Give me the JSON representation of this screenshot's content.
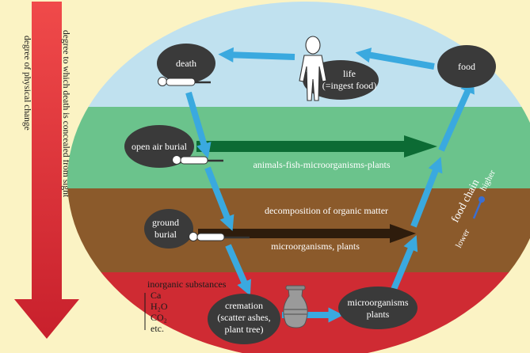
{
  "axes": {
    "degree_concealed": "degree to which death is concealed from sight",
    "degree_physical_change": "degree of physical change"
  },
  "nodes": {
    "death": "death",
    "life_line1": "life",
    "life_line2": "(=ingest food)",
    "food": "food",
    "open_air_burial": "open air burial",
    "ground_burial_line1": "ground",
    "ground_burial_line2": "burial",
    "cremation_line1": "cremation",
    "cremation_line2": "(scatter ashes,",
    "cremation_line3": "plant tree)",
    "microorganisms_line1": "microorganisms",
    "microorganisms_line2": "plants"
  },
  "band_labels": {
    "green": "animals-fish-microorganisms-plants",
    "brown_top": "decomposition of organic matter",
    "brown_bottom": "microorganisms, plants"
  },
  "food_chain": {
    "title": "food chain",
    "higher": "higher",
    "lower": "lower"
  },
  "inorganic": {
    "title": "inorganic substances",
    "items": [
      "Ca",
      "H₂O",
      "CO₂",
      "etc."
    ]
  },
  "colors": {
    "sky": "#c0e1ef",
    "green": "#6bc38c",
    "brown": "#8b5a2b",
    "red": "#cf2b33",
    "node": "#3a3a3a",
    "arrow_blue": "#3aa9df",
    "arrow_green": "#0c6b34",
    "arrow_dark": "#2e1c0c",
    "side_arrow": "#e8363b",
    "background": "#fbf3c4"
  }
}
